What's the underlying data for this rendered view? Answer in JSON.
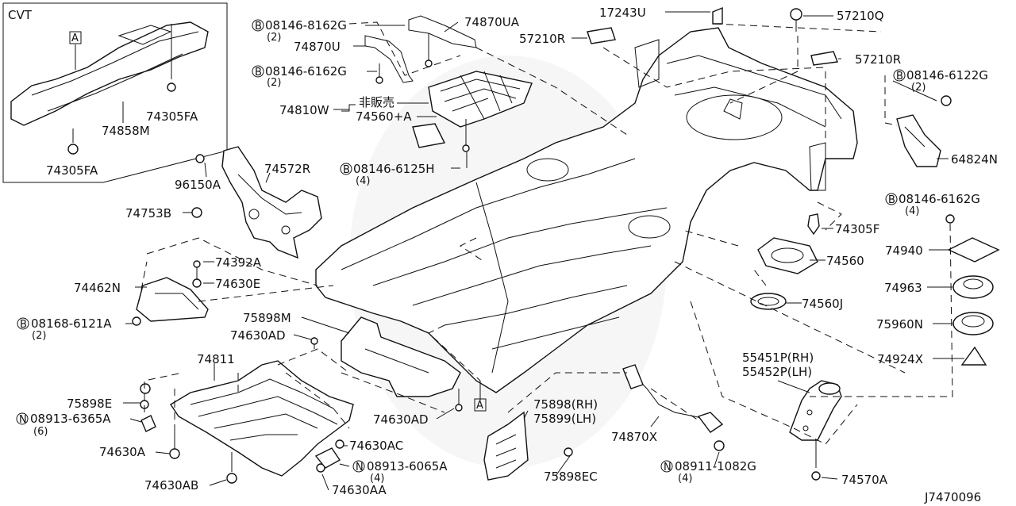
{
  "diagram": {
    "code": "J7470096",
    "cvt_box": {
      "title": "CVT",
      "ref_marker": "A",
      "parts": [
        "74858M",
        "74305FA",
        "74305FA"
      ]
    },
    "ref_marker_main": "A",
    "jp_note": "非販売",
    "labels": {
      "p74870UA": "74870UA",
      "p17243U": "17243U",
      "p57210Q": "57210Q",
      "b08146_8162G": "08146-8162G",
      "q2a": "(2)",
      "p74870U": "74870U",
      "p57210R_a": "57210R",
      "p57210R_b": "57210R",
      "b08146_6162G_a": "08146-6162G",
      "q2b": "(2)",
      "b08146_6122G": "08146-6122G",
      "q2c": "(2)",
      "p74810W": "74810W",
      "p74560A": "74560+A",
      "b08146_6125H": "08146-6125H",
      "q4a": "(4)",
      "p64824N": "64824N",
      "p96150A": "96150A",
      "p74572R": "74572R",
      "b08146_6162G_b": "08146-6162G",
      "q4b": "(4)",
      "p74753B": "74753B",
      "p74305F": "74305F",
      "p74940": "74940",
      "p74392A": "74392A",
      "p74560": "74560",
      "p74462N": "74462N",
      "p74630E": "74630E",
      "p74963": "74963",
      "p74560J": "74560J",
      "b08168_6121A": "08168-6121A",
      "q2d": "(2)",
      "p75898M": "75898M",
      "p75960N": "75960N",
      "p74630AD_a": "74630AD",
      "p74924X": "74924X",
      "p74811": "74811",
      "p55451P": "55451P(RH)",
      "p55452P": "55452P(LH)",
      "p75898E": "75898E",
      "n08913_6365A": "08913-6365A",
      "q6": "(6)",
      "p74630AD_b": "74630AD",
      "p75898RH": "75898(RH)",
      "p75899LH": "75899(LH)",
      "p74630AC": "74630AC",
      "p74870X": "74870X",
      "p74630A": "74630A",
      "n08913_6065A": "08913-6065A",
      "q4c": "(4)",
      "p75898EC": "75898EC",
      "n08911_1082G": "08911-1082G",
      "q4d": "(4)",
      "p74570A": "74570A",
      "p74630AB": "74630AB",
      "p74630AA": "74630AA"
    },
    "bolt_prefix": "B",
    "nut_prefix": "N"
  }
}
